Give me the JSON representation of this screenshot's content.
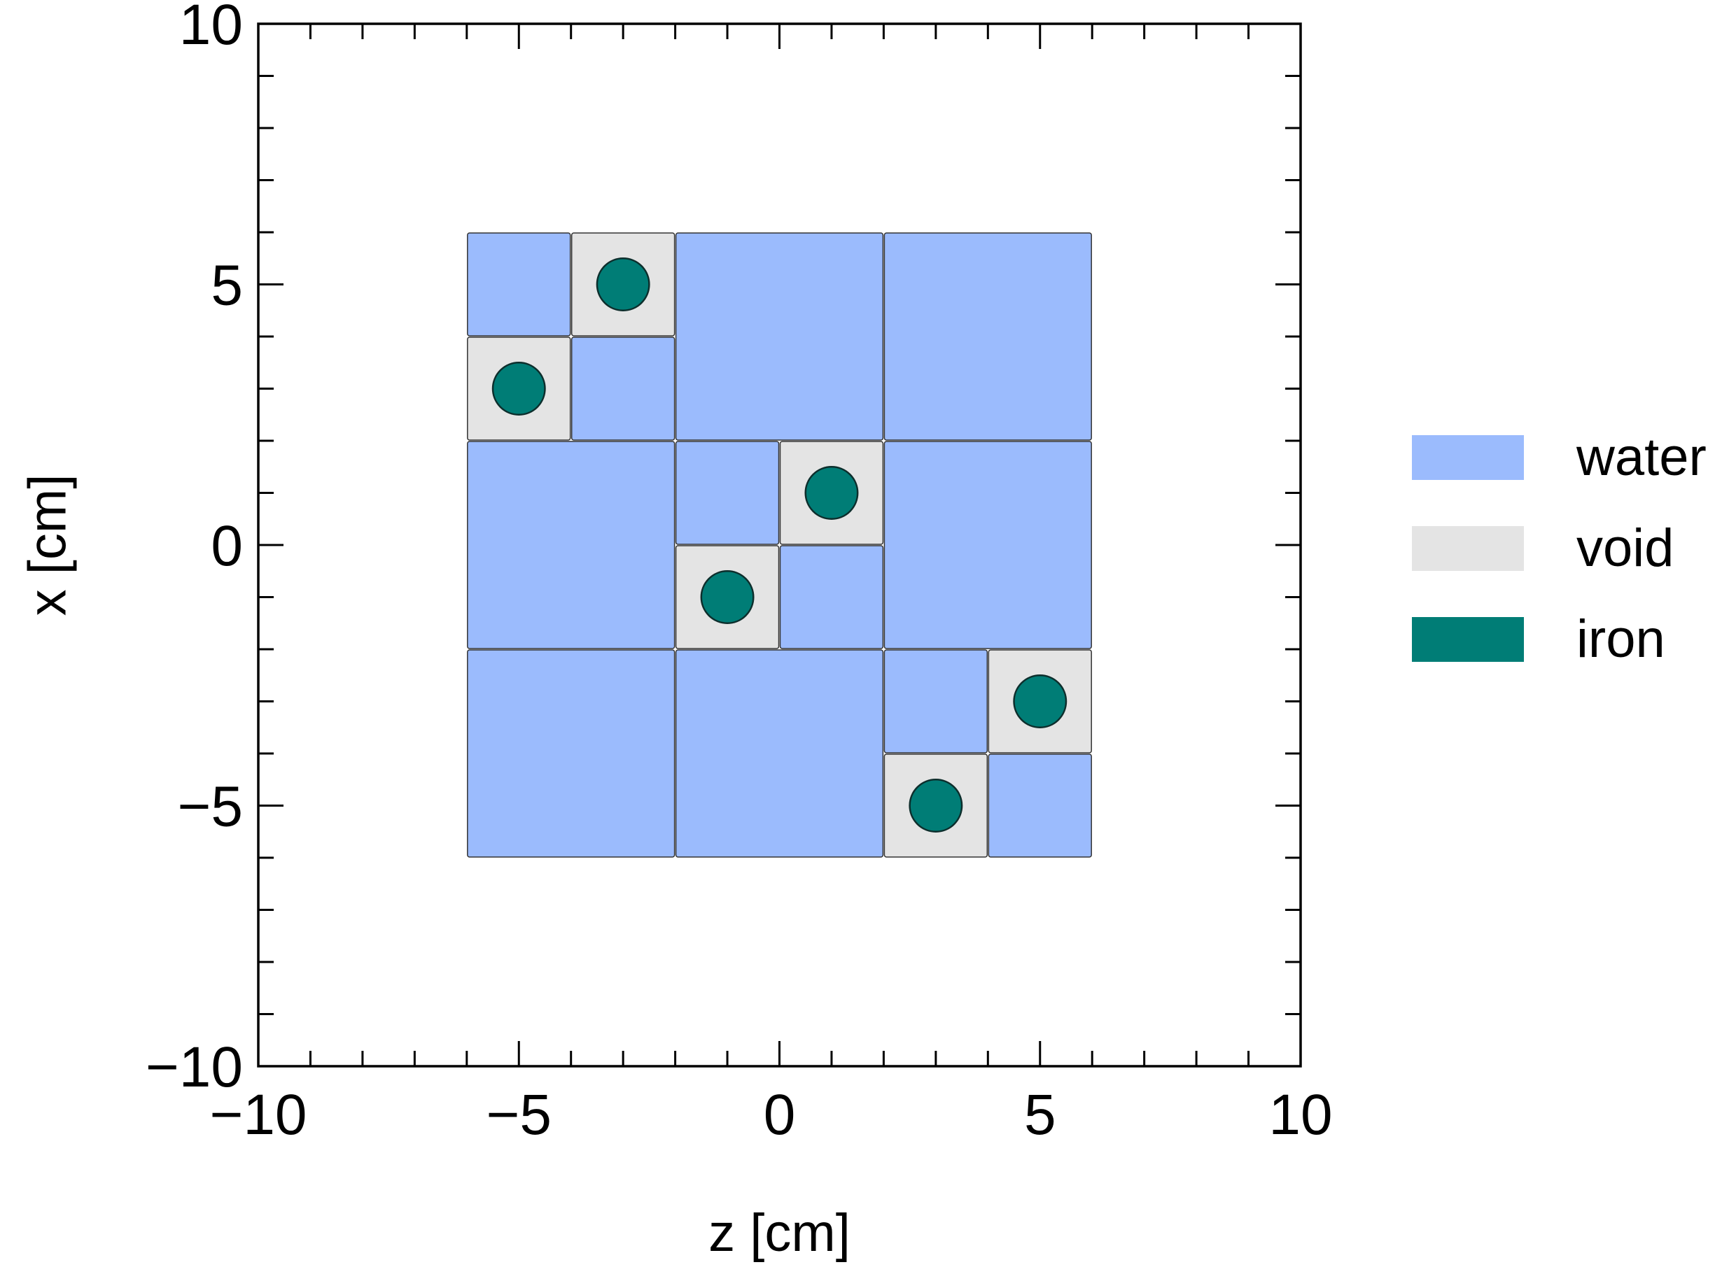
{
  "chart_data": {
    "type": "geometry",
    "title": "",
    "xlabel": "z [cm]",
    "ylabel": "x [cm]",
    "xlim": [
      -10,
      10
    ],
    "ylim": [
      -10,
      10
    ],
    "x_major_ticks": [
      -10,
      -5,
      0,
      5,
      10
    ],
    "y_major_ticks": [
      -10,
      -5,
      0,
      5,
      10
    ],
    "minor_tick_step": 1,
    "grid": false,
    "legend_position": "right",
    "materials": [
      {
        "name": "water",
        "color": "#9bbbfd"
      },
      {
        "name": "void",
        "color": "#e4e4e4"
      },
      {
        "name": "iron",
        "color": "#007d76"
      }
    ],
    "cells": [
      {
        "material": "water",
        "z": [
          -6,
          -4
        ],
        "x": [
          4,
          6
        ]
      },
      {
        "material": "void",
        "z": [
          -4,
          -2
        ],
        "x": [
          4,
          6
        ]
      },
      {
        "material": "void",
        "z": [
          -6,
          -4
        ],
        "x": [
          2,
          4
        ]
      },
      {
        "material": "water",
        "z": [
          -4,
          -2
        ],
        "x": [
          2,
          4
        ]
      },
      {
        "material": "water",
        "z": [
          -2,
          2
        ],
        "x": [
          2,
          6
        ]
      },
      {
        "material": "water",
        "z": [
          2,
          6
        ],
        "x": [
          2,
          6
        ]
      },
      {
        "material": "water",
        "z": [
          -6,
          -2
        ],
        "x": [
          -2,
          2
        ]
      },
      {
        "material": "water",
        "z": [
          -2,
          0
        ],
        "x": [
          0,
          2
        ]
      },
      {
        "material": "void",
        "z": [
          0,
          2
        ],
        "x": [
          0,
          2
        ]
      },
      {
        "material": "void",
        "z": [
          -2,
          0
        ],
        "x": [
          -2,
          0
        ]
      },
      {
        "material": "water",
        "z": [
          0,
          2
        ],
        "x": [
          -2,
          0
        ]
      },
      {
        "material": "water",
        "z": [
          2,
          6
        ],
        "x": [
          -2,
          2
        ]
      },
      {
        "material": "water",
        "z": [
          -6,
          -2
        ],
        "x": [
          -6,
          -2
        ]
      },
      {
        "material": "water",
        "z": [
          -2,
          2
        ],
        "x": [
          -6,
          -2
        ]
      },
      {
        "material": "water",
        "z": [
          2,
          4
        ],
        "x": [
          -4,
          -2
        ]
      },
      {
        "material": "void",
        "z": [
          4,
          6
        ],
        "x": [
          -4,
          -2
        ]
      },
      {
        "material": "void",
        "z": [
          2,
          4
        ],
        "x": [
          -6,
          -4
        ]
      },
      {
        "material": "water",
        "z": [
          4,
          6
        ],
        "x": [
          -6,
          -4
        ]
      }
    ],
    "spheres": [
      {
        "material": "iron",
        "z": -3,
        "x": 5,
        "r": 0.5
      },
      {
        "material": "iron",
        "z": -5,
        "x": 3,
        "r": 0.5
      },
      {
        "material": "iron",
        "z": 1,
        "x": 1,
        "r": 0.5
      },
      {
        "material": "iron",
        "z": -1,
        "x": -1,
        "r": 0.5
      },
      {
        "material": "iron",
        "z": 5,
        "x": -3,
        "r": 0.5
      },
      {
        "material": "iron",
        "z": 3,
        "x": -5,
        "r": 0.5
      }
    ]
  }
}
